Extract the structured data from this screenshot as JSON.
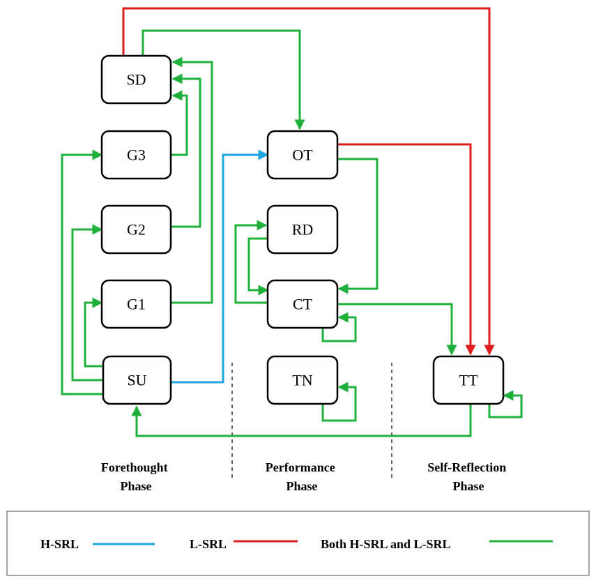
{
  "colors": {
    "h_srl": "#1ea6e0",
    "l_srl": "#e01b1b",
    "both": "#1fb03c"
  },
  "nodes": {
    "sd": "SD",
    "g3": "G3",
    "g2": "G2",
    "g1": "G1",
    "su": "SU",
    "ot": "OT",
    "rd": "RD",
    "ct": "CT",
    "tn": "TN",
    "tt": "TT"
  },
  "phases": {
    "forethought": [
      "Forethought",
      "Phase"
    ],
    "performance": [
      "Performance",
      "Phase"
    ],
    "self_reflection": [
      "Self-Reflection",
      "Phase"
    ]
  },
  "legend": {
    "h_srl": "H-SRL",
    "l_srl": "L-SRL",
    "both": "Both H-SRL and L-SRL"
  },
  "edges": [
    {
      "from": "SU",
      "to": "G1",
      "type": "both"
    },
    {
      "from": "SU",
      "to": "G2",
      "type": "both"
    },
    {
      "from": "SU",
      "to": "G3",
      "type": "both"
    },
    {
      "from": "G1",
      "to": "SD",
      "type": "both"
    },
    {
      "from": "G2",
      "to": "SD",
      "type": "both"
    },
    {
      "from": "G3",
      "to": "SD",
      "type": "both"
    },
    {
      "from": "SD",
      "to": "OT",
      "type": "both"
    },
    {
      "from": "SD",
      "to": "TT",
      "type": "l_srl"
    },
    {
      "from": "SU",
      "to": "OT",
      "type": "h_srl"
    },
    {
      "from": "OT",
      "to": "CT",
      "type": "both"
    },
    {
      "from": "OT",
      "to": "TT",
      "type": "l_srl"
    },
    {
      "from": "RD",
      "to": "CT",
      "type": "both"
    },
    {
      "from": "CT",
      "to": "RD",
      "type": "both"
    },
    {
      "from": "CT",
      "to": "CT",
      "type": "both"
    },
    {
      "from": "CT",
      "to": "TT",
      "type": "both"
    },
    {
      "from": "TN",
      "to": "TN",
      "type": "both"
    },
    {
      "from": "TT",
      "to": "TT",
      "type": "both"
    },
    {
      "from": "TT",
      "to": "SU",
      "type": "both"
    }
  ]
}
